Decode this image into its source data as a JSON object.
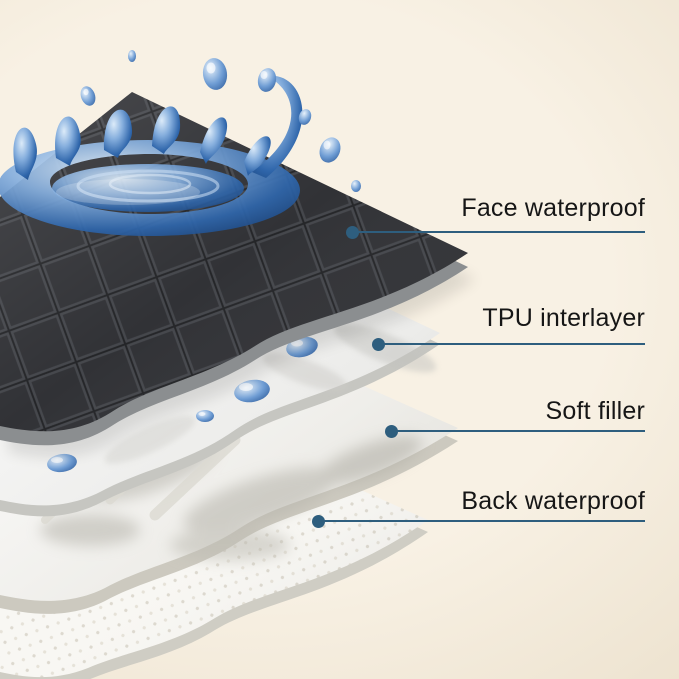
{
  "colors": {
    "accent": "#2e5e7e",
    "background_center": "#f8f1e4",
    "background_edge": "#e8dcc6",
    "label_text": "#161616",
    "face_layer_fabric": "#323336",
    "water_blue": "#2f66ab"
  },
  "callouts": [
    {
      "label": "Face waterproof"
    },
    {
      "label": "TPU interlayer"
    },
    {
      "label": "Soft filler"
    },
    {
      "label": "Back waterproof"
    }
  ],
  "illustration": {
    "alt": "Exploded diagram of four stacked fabric layers: a dark quilted waterproof top layer with a blue water splash, a white TPU film with water beads, a thick soft white filler, and a white back waterproof layer"
  }
}
